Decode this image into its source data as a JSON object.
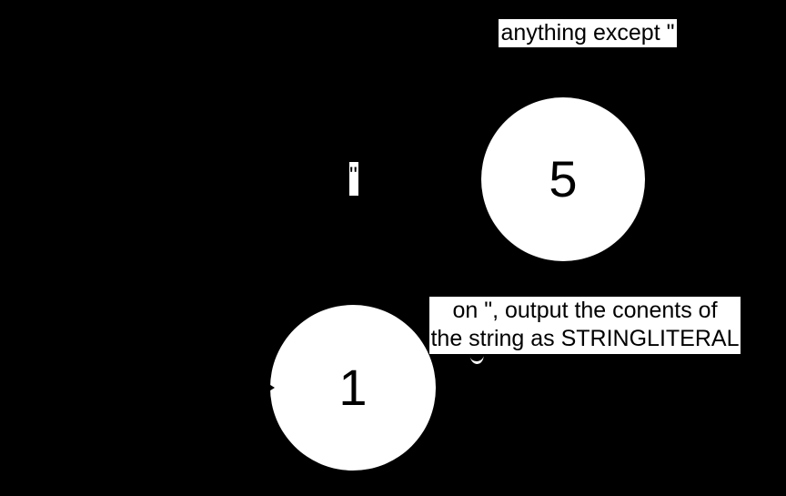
{
  "diagram": {
    "type": "state-machine",
    "colors": {
      "background": "#000000",
      "node_fill": "#ffffff",
      "label_background": "#ffffff",
      "text": "#000000"
    },
    "nodes": [
      {
        "id": "state-5",
        "label": "5"
      },
      {
        "id": "state-1",
        "label": "1"
      }
    ],
    "edge_labels": {
      "self_loop": "anything except \"",
      "quote_transition": "\"",
      "output_line1": "on \", output the conents of",
      "output_line2": "the string as STRINGLITERAL"
    }
  }
}
